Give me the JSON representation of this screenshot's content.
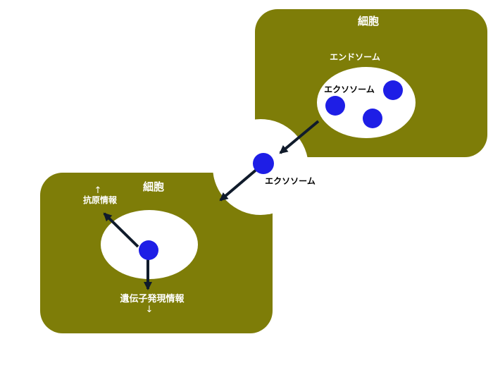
{
  "cells": {
    "donor": {
      "label": "細胞"
    },
    "recipient": {
      "label": "細胞"
    }
  },
  "endosome": {
    "label": "エンドソーム"
  },
  "exosome_in_endosome": {
    "label": "エクソソーム"
  },
  "free_exosome": {
    "label": "エクソソーム"
  },
  "recipient_exosome": {
    "label": "エクソソーム"
  },
  "antigen_info": {
    "arrow_up": "↑",
    "label": "抗原情報"
  },
  "gene_expression_info": {
    "label": "遺伝子発現情報",
    "arrow_down": "↓"
  },
  "colors": {
    "cell-olive": "#7e7d08",
    "exosome-blue": "#1e1ee6",
    "arrow-navy": "#101b2b",
    "label-white": "#ffffff",
    "label-black": "#000000"
  }
}
